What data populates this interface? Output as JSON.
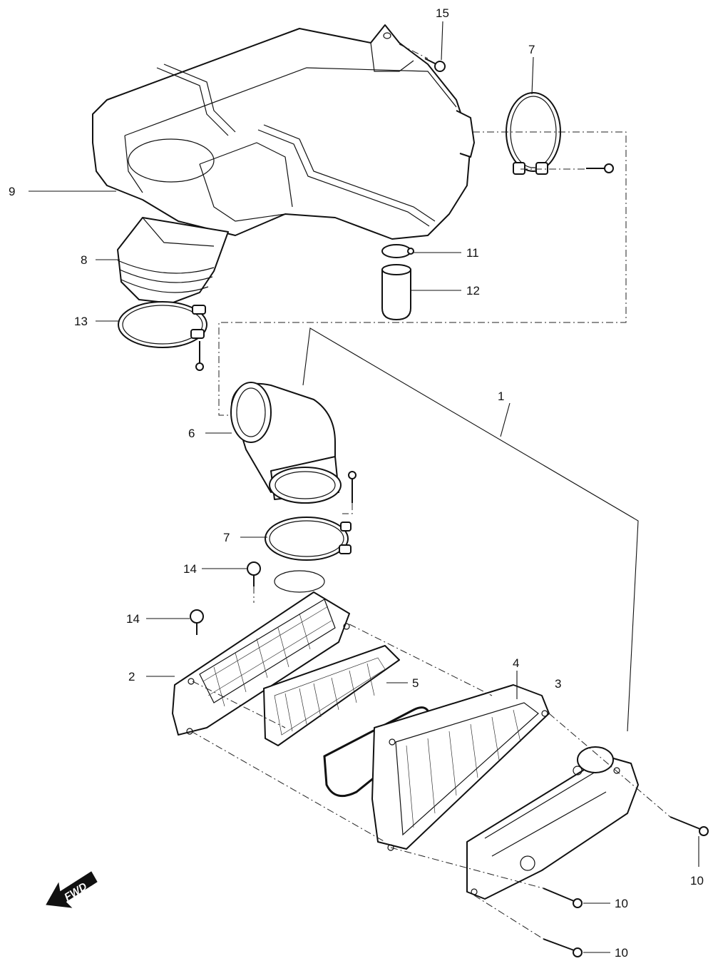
{
  "diagram": {
    "callouts": {
      "c1": "1",
      "c2": "2",
      "c3": "3",
      "c4": "4",
      "c5": "5",
      "c6": "6",
      "c7a": "7",
      "c7b": "7",
      "c8": "8",
      "c9": "9",
      "c10a": "10",
      "c10b": "10",
      "c10c": "10",
      "c11": "11",
      "c12": "12",
      "c13": "13",
      "c14a": "14",
      "c14b": "14",
      "c15": "15"
    },
    "direction_badge": "FWD",
    "line_color": "#111111",
    "background_color": "#ffffff"
  }
}
